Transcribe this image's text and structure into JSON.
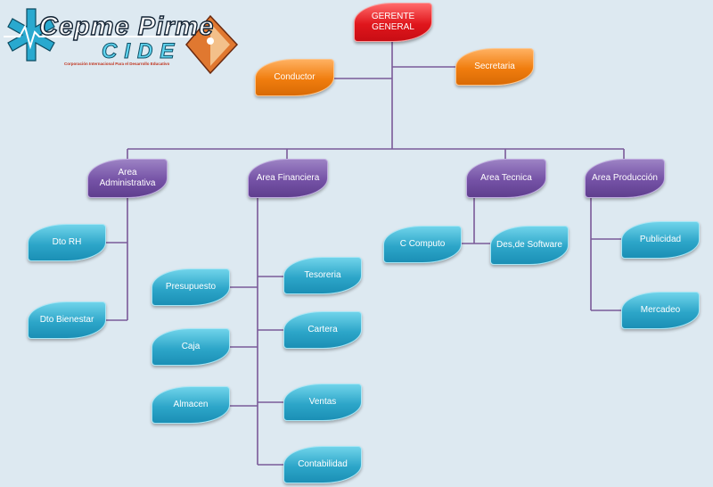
{
  "logo": {
    "title": "Cepme Pirme",
    "subtitle": "CIDE",
    "tagline": "Corporación Internacional Para el Desarrollo Educativo"
  },
  "colors": {
    "red": "#e0161c",
    "orange": "#f07d0e",
    "purple": "#7552a6",
    "teal": "#2da6c9",
    "connector": "#7a5a99"
  },
  "nodes": {
    "gerente": "GERENTE GENERAL",
    "conductor": "Conductor",
    "secretaria": "Secretaria",
    "area_admin": "Area Administrativa",
    "area_fin": "Area Financiera",
    "area_tec": "Area Tecnica",
    "area_prod": "Area Producción",
    "dto_rh": "Dto RH",
    "dto_bienestar": "Dto Bienestar",
    "presupuesto": "Presupuesto",
    "caja": "Caja",
    "almacen": "Almacen",
    "tesoreria": "Tesoreria",
    "cartera": "Cartera",
    "ventas": "Ventas",
    "contabilidad": "Contabilidad",
    "c_computo": "C Computo",
    "des_software": "Des,de Software",
    "publicidad": "Publicidad",
    "mercadeo": "Mercadeo"
  }
}
